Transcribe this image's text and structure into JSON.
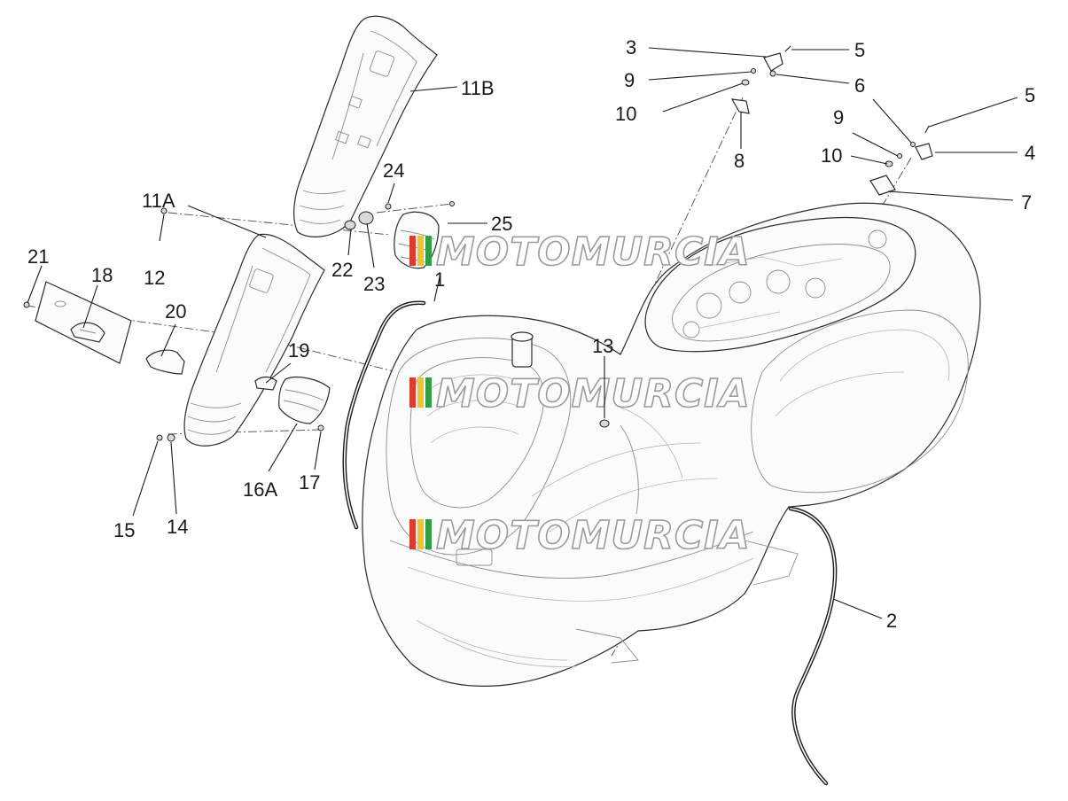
{
  "callouts": {
    "c1": "1",
    "c2": "2",
    "c3": "3",
    "c4": "4",
    "c5a": "5",
    "c5b": "5",
    "c6": "6",
    "c7": "7",
    "c8": "8",
    "c9a": "9",
    "c9b": "9",
    "c10a": "10",
    "c10b": "10",
    "c11A": "11A",
    "c11B": "11B",
    "c12": "12",
    "c13": "13",
    "c14": "14",
    "c15": "15",
    "c16A": "16A",
    "c17": "17",
    "c18": "18",
    "c19": "19",
    "c20": "20",
    "c21": "21",
    "c22": "22",
    "c23": "23",
    "c24": "24",
    "c25": "25"
  },
  "watermark": {
    "text": "MOTOMURCIA",
    "colors": [
      "#e03a2f",
      "#f2c230",
      "#2f9e44"
    ]
  }
}
